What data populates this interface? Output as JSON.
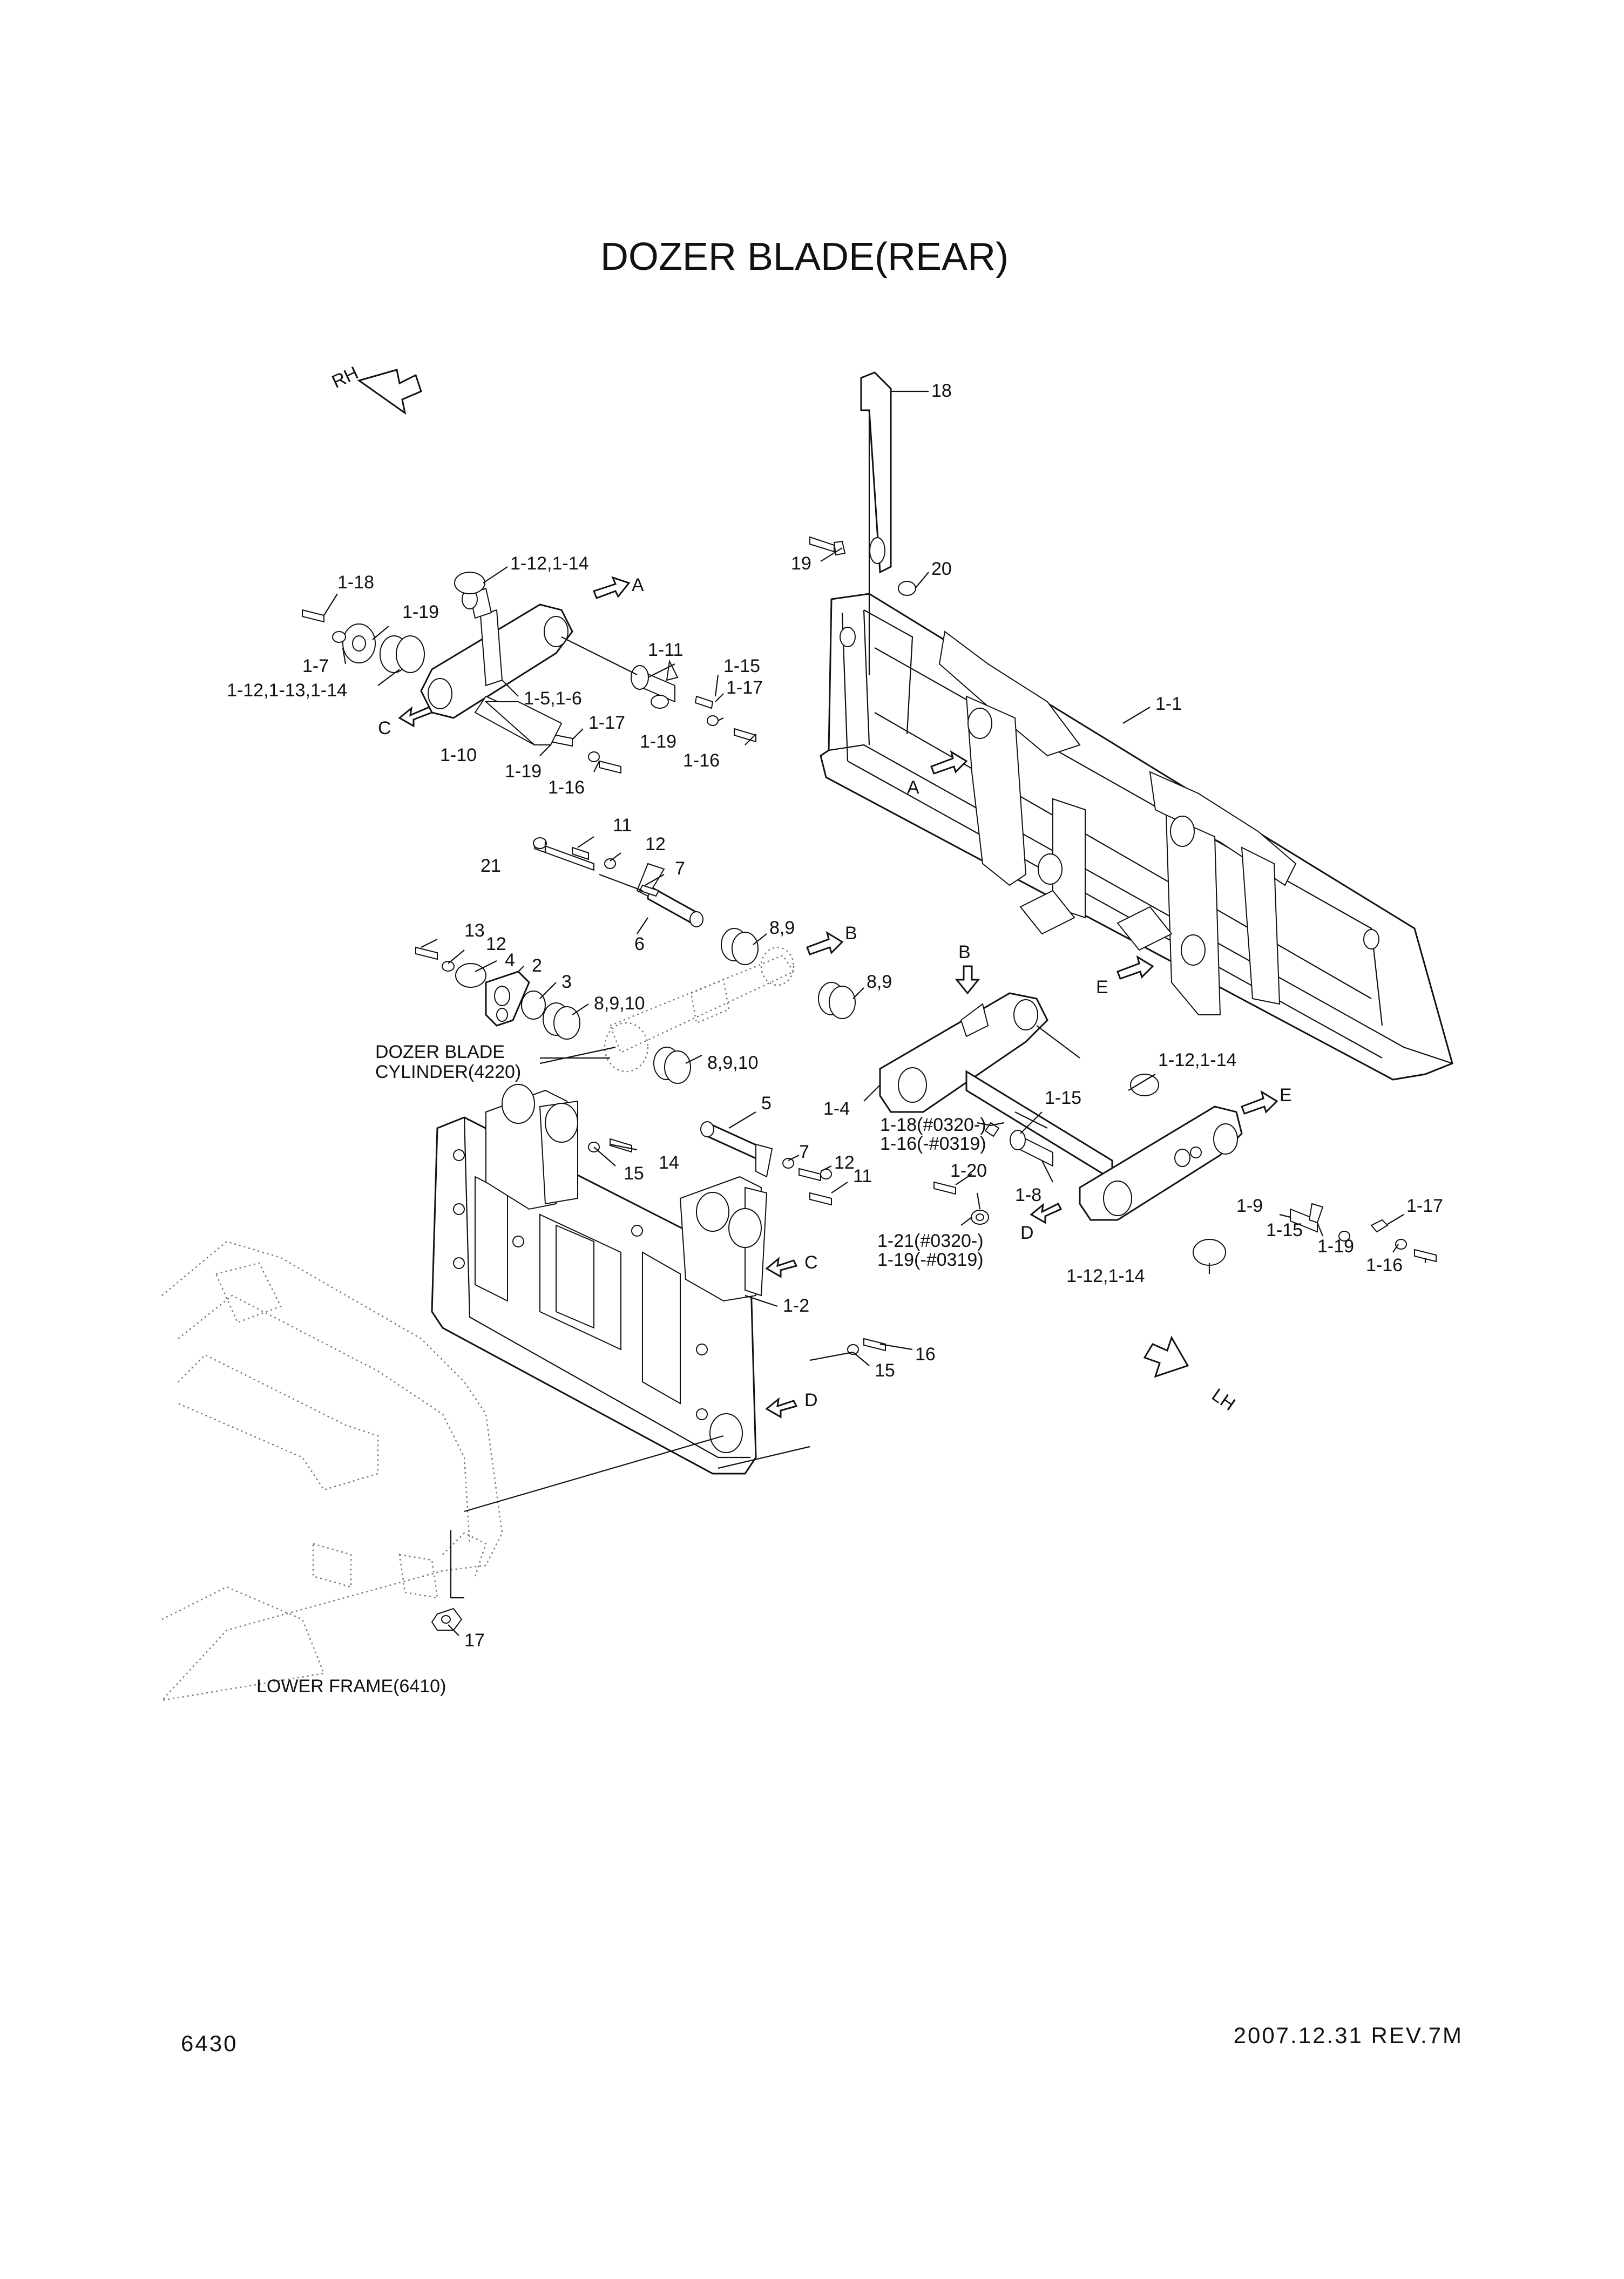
{
  "title": "DOZER BLADE(REAR)",
  "page_number": "6430",
  "revision": "2007.12.31  REV.7M",
  "direction_markers": {
    "rh": "RH",
    "lh": "LH"
  },
  "view_arrows": {
    "a": "A",
    "b": "B",
    "c": "C",
    "d": "D",
    "e": "E"
  },
  "callouts": {
    "c18": "18",
    "c19": "19",
    "c20": "20",
    "c1_1": "1-1",
    "c1_12_14_top": "1-12,1-14",
    "c1_18_left": "1-18",
    "c1_19_left": "1-19",
    "c1_7": "1-7",
    "c1_12_13_14": "1-12,1-13,1-14",
    "c1_5_6": "1-5,1-6",
    "c1_11": "1-11",
    "c1_15_top": "1-15",
    "c1_17_top": "1-17",
    "c1_17_mid": "1-17",
    "c1_19_mid": "1-19",
    "c1_16_mid": "1-16",
    "c1_10": "1-10",
    "c1_19_low": "1-19",
    "c1_16_low": "1-16",
    "c11_top": "11",
    "c12_top": "12",
    "c7_top": "7",
    "c21": "21",
    "c6": "6",
    "c13": "13",
    "c12_left": "12",
    "c4": "4",
    "c2": "2",
    "c3": "3",
    "c8_9_10_a": "8,9,10",
    "c8_9_a": "8,9",
    "c8_9_b": "8,9",
    "c8_9_10_b": "8,9,10",
    "cyl_1": "DOZER BLADE",
    "cyl_2": "CYLINDER(4220)",
    "c5": "5",
    "c14": "14",
    "c15_a": "15",
    "c7_low": "7",
    "c12_low": "12",
    "c11_low": "11",
    "c1_4": "1-4",
    "c1_15_mid": "1-15",
    "c1_18_note": "1-18(#0320-)",
    "c1_16_note": "1-16(-#0319)",
    "c1_20": "1-20",
    "c1_8": "1-8",
    "c1_21_note": "1-21(#0320-)",
    "c1_19_note": "1-19(-#0319)",
    "c1_12_14_right": "1-12,1-14",
    "c1_9": "1-9",
    "c1_15_right": "1-15",
    "c1_17_right": "1-17",
    "c1_19_right": "1-19",
    "c1_16_right": "1-16",
    "c1_12_14_low": "1-12,1-14",
    "c1_2": "1-2",
    "c15_b": "15",
    "c16": "16",
    "c17": "17",
    "lower_frame": "LOWER FRAME(6410)"
  }
}
